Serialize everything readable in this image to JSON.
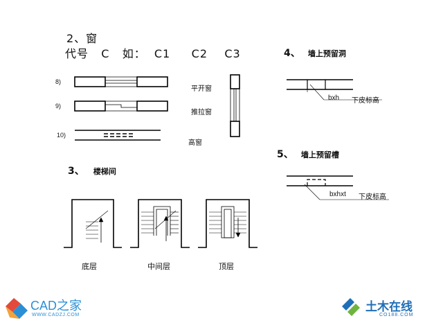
{
  "windows": {
    "heading": "2、窗",
    "code_line": "代号   C   如：  C1     C2    C3",
    "items": [
      {
        "num": "8)",
        "label": "平开窗"
      },
      {
        "num": "9)",
        "label": "推拉窗"
      },
      {
        "num": "10)",
        "label": "高窗"
      }
    ]
  },
  "wall_hole": {
    "num": "4、",
    "title": "墙上预留洞",
    "dim": "bxh",
    "note": "下皮标高"
  },
  "wall_slot": {
    "num": "5、",
    "title": "墙上预留槽",
    "dim": "bxhxt",
    "note": "下皮标高"
  },
  "stairs": {
    "num": "3、",
    "title": "楼梯间",
    "labels": [
      "底层",
      "中间层",
      "顶层"
    ]
  },
  "brand_left": {
    "name": "CAD之家",
    "url": "WWW.CADZJ.COM",
    "color": "#2b8fd6"
  },
  "brand_right": {
    "name": "土木在线",
    "url": "CO188.COM",
    "color": "#1f6fb8"
  }
}
